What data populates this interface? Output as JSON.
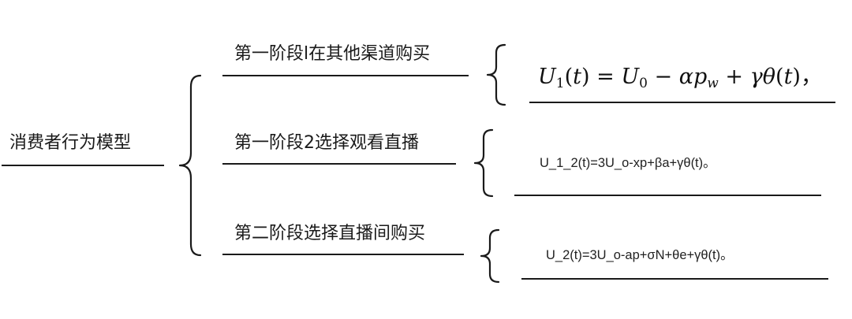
{
  "root": {
    "label": "消费者行为模型"
  },
  "branches": [
    {
      "label": "第一阶段l在其他渠道购买",
      "equation": "U_1(t) = U_0 − αp_w + γθ(t)，"
    },
    {
      "label": "第一阶段2选择观看直播",
      "equation": "U_1_2(t)=3U_o-xp+βa+γθ(t)。"
    },
    {
      "label": "第二阶段选择直播间购买",
      "equation": "U_2(t)=3U_o-ap+σN+θe+γθ(t)。"
    }
  ]
}
